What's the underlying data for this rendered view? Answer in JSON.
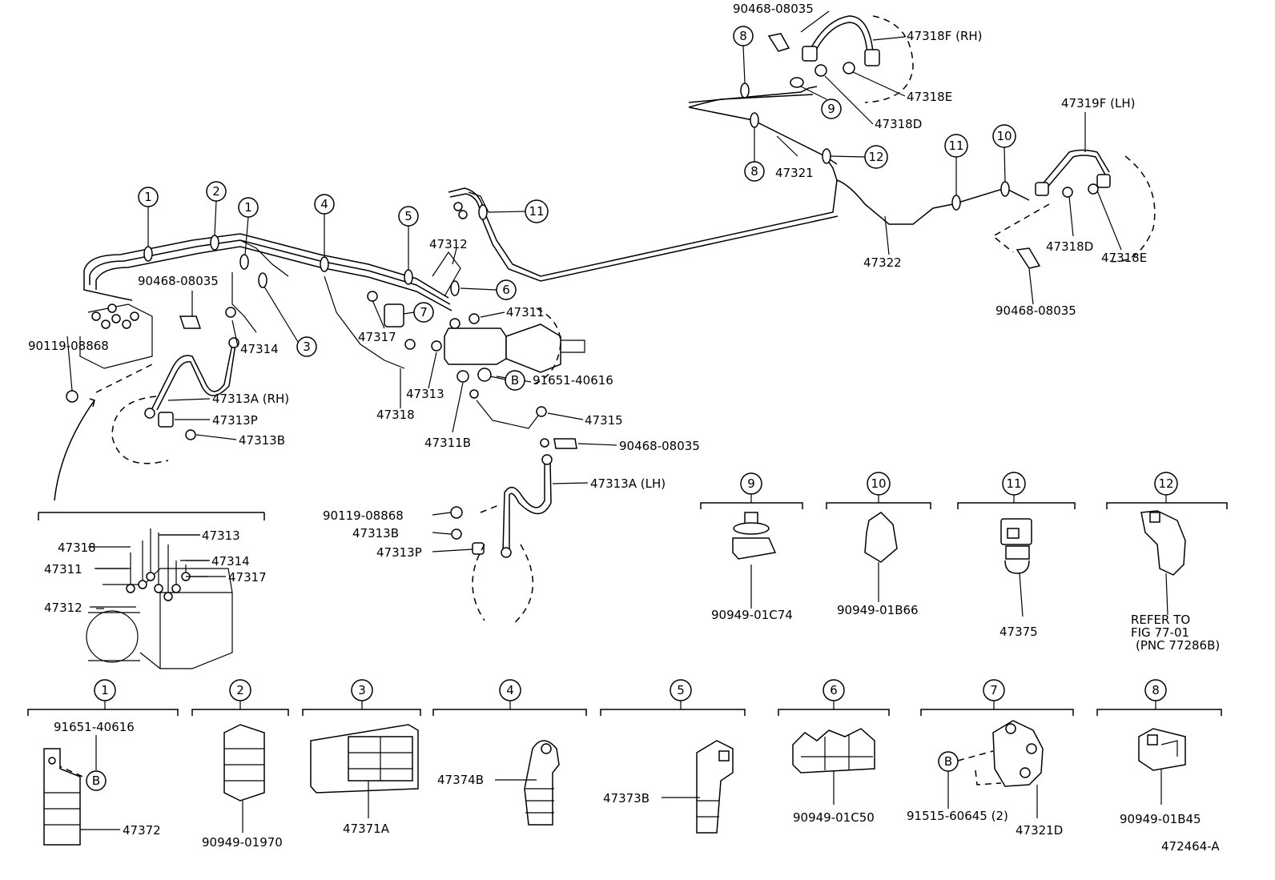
{
  "diagram_number": "472464-A",
  "leaders": [
    {
      "id": "l_90468_top",
      "text": "90468-08035"
    },
    {
      "id": "l_47318F",
      "text": "47318F (RH)"
    },
    {
      "id": "l_47318E_top",
      "text": "47318E"
    },
    {
      "id": "l_47318D_top",
      "text": "47318D"
    },
    {
      "id": "l_47321",
      "text": "47321"
    },
    {
      "id": "l_47319F",
      "text": "47319F (LH)"
    },
    {
      "id": "l_47322",
      "text": "47322"
    },
    {
      "id": "l_47318D_r",
      "text": "47318D"
    },
    {
      "id": "l_47318E_r",
      "text": "47318E"
    },
    {
      "id": "l_90468_r",
      "text": "90468-08035"
    },
    {
      "id": "l_47312",
      "text": "47312"
    },
    {
      "id": "l_47311",
      "text": "47311"
    },
    {
      "id": "l_90468_left",
      "text": "90468-08035"
    },
    {
      "id": "l_90119_left",
      "text": "90119-08868"
    },
    {
      "id": "l_47314",
      "text": "47314"
    },
    {
      "id": "l_47317",
      "text": "47317"
    },
    {
      "id": "l_47313",
      "text": "47313"
    },
    {
      "id": "l_47318",
      "text": "47318"
    },
    {
      "id": "l_91651",
      "text": "91651-40616"
    },
    {
      "id": "l_47313A_rh",
      "text": "47313A (RH)"
    },
    {
      "id": "l_47313P",
      "text": "47313P"
    },
    {
      "id": "l_47313B",
      "text": "47313B"
    },
    {
      "id": "l_47311B",
      "text": "47311B"
    },
    {
      "id": "l_47315",
      "text": "47315"
    },
    {
      "id": "l_90468_mid",
      "text": "90468-08035"
    },
    {
      "id": "l_47313A_lh",
      "text": "47313A (LH)"
    },
    {
      "id": "l_90119_mid",
      "text": "90119-08868"
    },
    {
      "id": "l_47313B_mid",
      "text": "47313B"
    },
    {
      "id": "l_47313P_mid",
      "text": "47313P"
    },
    {
      "id": "a_47318",
      "text": "47318"
    },
    {
      "id": "a_47313",
      "text": "47313"
    },
    {
      "id": "a_47314",
      "text": "47314"
    },
    {
      "id": "a_47311",
      "text": "47311"
    },
    {
      "id": "a_47317",
      "text": "47317"
    },
    {
      "id": "a_47312",
      "text": "47312"
    }
  ],
  "callouts": [
    {
      "num": "1"
    },
    {
      "num": "2"
    },
    {
      "num": "1"
    },
    {
      "num": "3"
    },
    {
      "num": "4"
    },
    {
      "num": "5"
    },
    {
      "num": "6"
    },
    {
      "num": "7"
    },
    {
      "num": "11"
    },
    {
      "num": "8"
    },
    {
      "num": "9"
    },
    {
      "num": "8"
    },
    {
      "num": "12"
    },
    {
      "num": "11"
    },
    {
      "num": "10"
    },
    {
      "num": "B"
    }
  ],
  "details": [
    {
      "num": "9",
      "labels": [
        "90949-01C74"
      ]
    },
    {
      "num": "10",
      "labels": [
        "90949-01B66"
      ]
    },
    {
      "num": "11",
      "labels": [
        "47375"
      ]
    },
    {
      "num": "12",
      "labels": [
        "REFER TO",
        "FIG 77-01",
        "(PNC 77286B)"
      ]
    },
    {
      "num": "1",
      "labels": [
        "91651-40616",
        "47372",
        "B"
      ]
    },
    {
      "num": "2",
      "labels": [
        "90949-01970"
      ]
    },
    {
      "num": "3",
      "labels": [
        "47371A"
      ]
    },
    {
      "num": "4",
      "labels": [
        "47374B"
      ]
    },
    {
      "num": "5",
      "labels": [
        "47373B"
      ]
    },
    {
      "num": "6",
      "labels": [
        "90949-01C50"
      ]
    },
    {
      "num": "7",
      "labels": [
        "91515-60645 (2)",
        "47321D",
        "B"
      ]
    },
    {
      "num": "8",
      "labels": [
        "90949-01B45"
      ]
    }
  ]
}
